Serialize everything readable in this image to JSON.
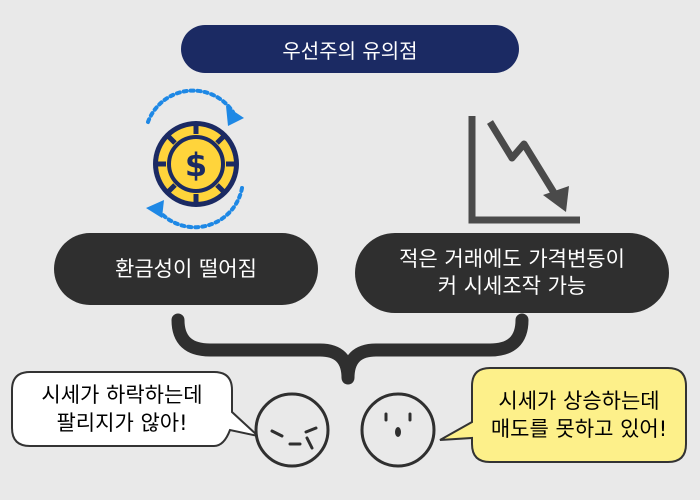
{
  "title": "우선주의 유의점",
  "drawbacks": {
    "left": "환금성이 떨어짐",
    "right_line1": "적은 거래에도 가격변동이",
    "right_line2": "커 시세조작 가능"
  },
  "speech": {
    "left_line1": "시세가 하락하는데",
    "left_line2": "팔리지가 않아!",
    "right_line1": "시세가 상승하는데",
    "right_line2": "매도를 못하고 있어!"
  },
  "icons": {
    "coin_symbol": "$",
    "left_icon": "coin-exchange-icon",
    "right_icon": "downtrend-chart-icon"
  },
  "colors": {
    "title_bg": "#1b2a63",
    "pill_bg": "#2f2f2f",
    "coin_yellow": "#ffd43b",
    "coin_navy": "#1b2a63",
    "arrow_blue": "#1e88e5",
    "bubble_yellow": "#fdf08a"
  }
}
